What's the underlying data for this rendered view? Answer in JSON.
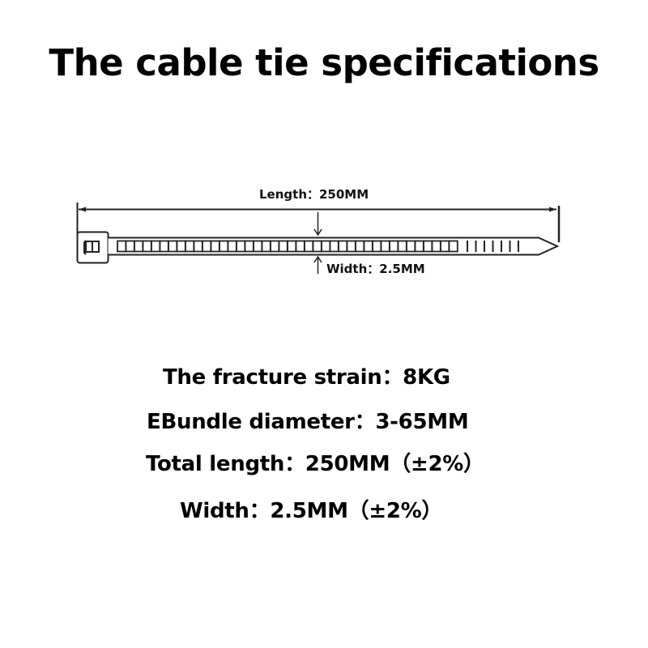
{
  "title": "The cable tie specifications",
  "diagram": {
    "length_label": "Length：250MM",
    "width_label": "Width：2.5MM",
    "strap_cells": 40,
    "tail_ticks": 7,
    "line_color": "#222222"
  },
  "specs": [
    {
      "label": "The fracture strain",
      "value": "8KG",
      "text": "The fracture strain：8KG"
    },
    {
      "label": "EBundle diameter",
      "value": "3-65MM",
      "text": "EBundle diameter：3-65MM"
    },
    {
      "label": "Total length",
      "value": "250MM（±2%）",
      "text": "Total length：250MM（±2%）"
    },
    {
      "label": "Width",
      "value": "2.5MM（±2%）",
      "text": "Width：2.5MM（±2%）"
    }
  ]
}
